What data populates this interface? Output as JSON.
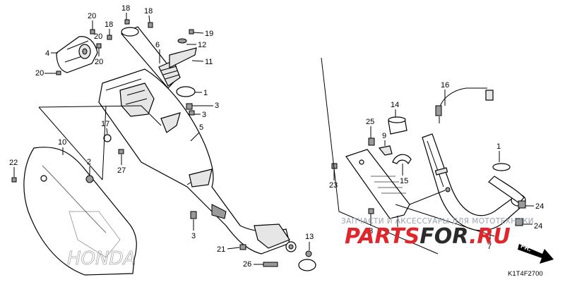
{
  "callouts": {
    "c20a": "20",
    "c18a": "18",
    "c18b": "18",
    "c18c": "18",
    "c19": "19",
    "c4": "4",
    "c20b": "20",
    "c20c": "20",
    "c6": "6",
    "c12": "12",
    "c11": "11",
    "c1a": "1",
    "c3a": "3",
    "c3b": "3",
    "c5": "5",
    "c17": "17",
    "c10": "10",
    "c2": "2",
    "c22": "22",
    "c27": "27",
    "c3c": "3",
    "c21": "21",
    "c26": "26",
    "c13": "13",
    "c16": "16",
    "c14": "14",
    "c25": "25",
    "c9": "9",
    "c1b": "1",
    "c15": "15",
    "c23a": "23",
    "c8": "8",
    "c23b": "23",
    "c24a": "24",
    "c24b": "24",
    "c7": "7"
  },
  "watermark": {
    "text": "ЗАПЧАСТИ И АКСЕССУАРЫ ДЛЯ МОТОТЕХНИКИ",
    "logo_part1": "PARTS",
    "logo_part2": "FOR",
    "logo_part3": ".RU",
    "color_primary": "#e0262b",
    "color_secondary": "#2b2b2b"
  },
  "direction_label": "FR.",
  "diagram_code": "K1T4F2700"
}
